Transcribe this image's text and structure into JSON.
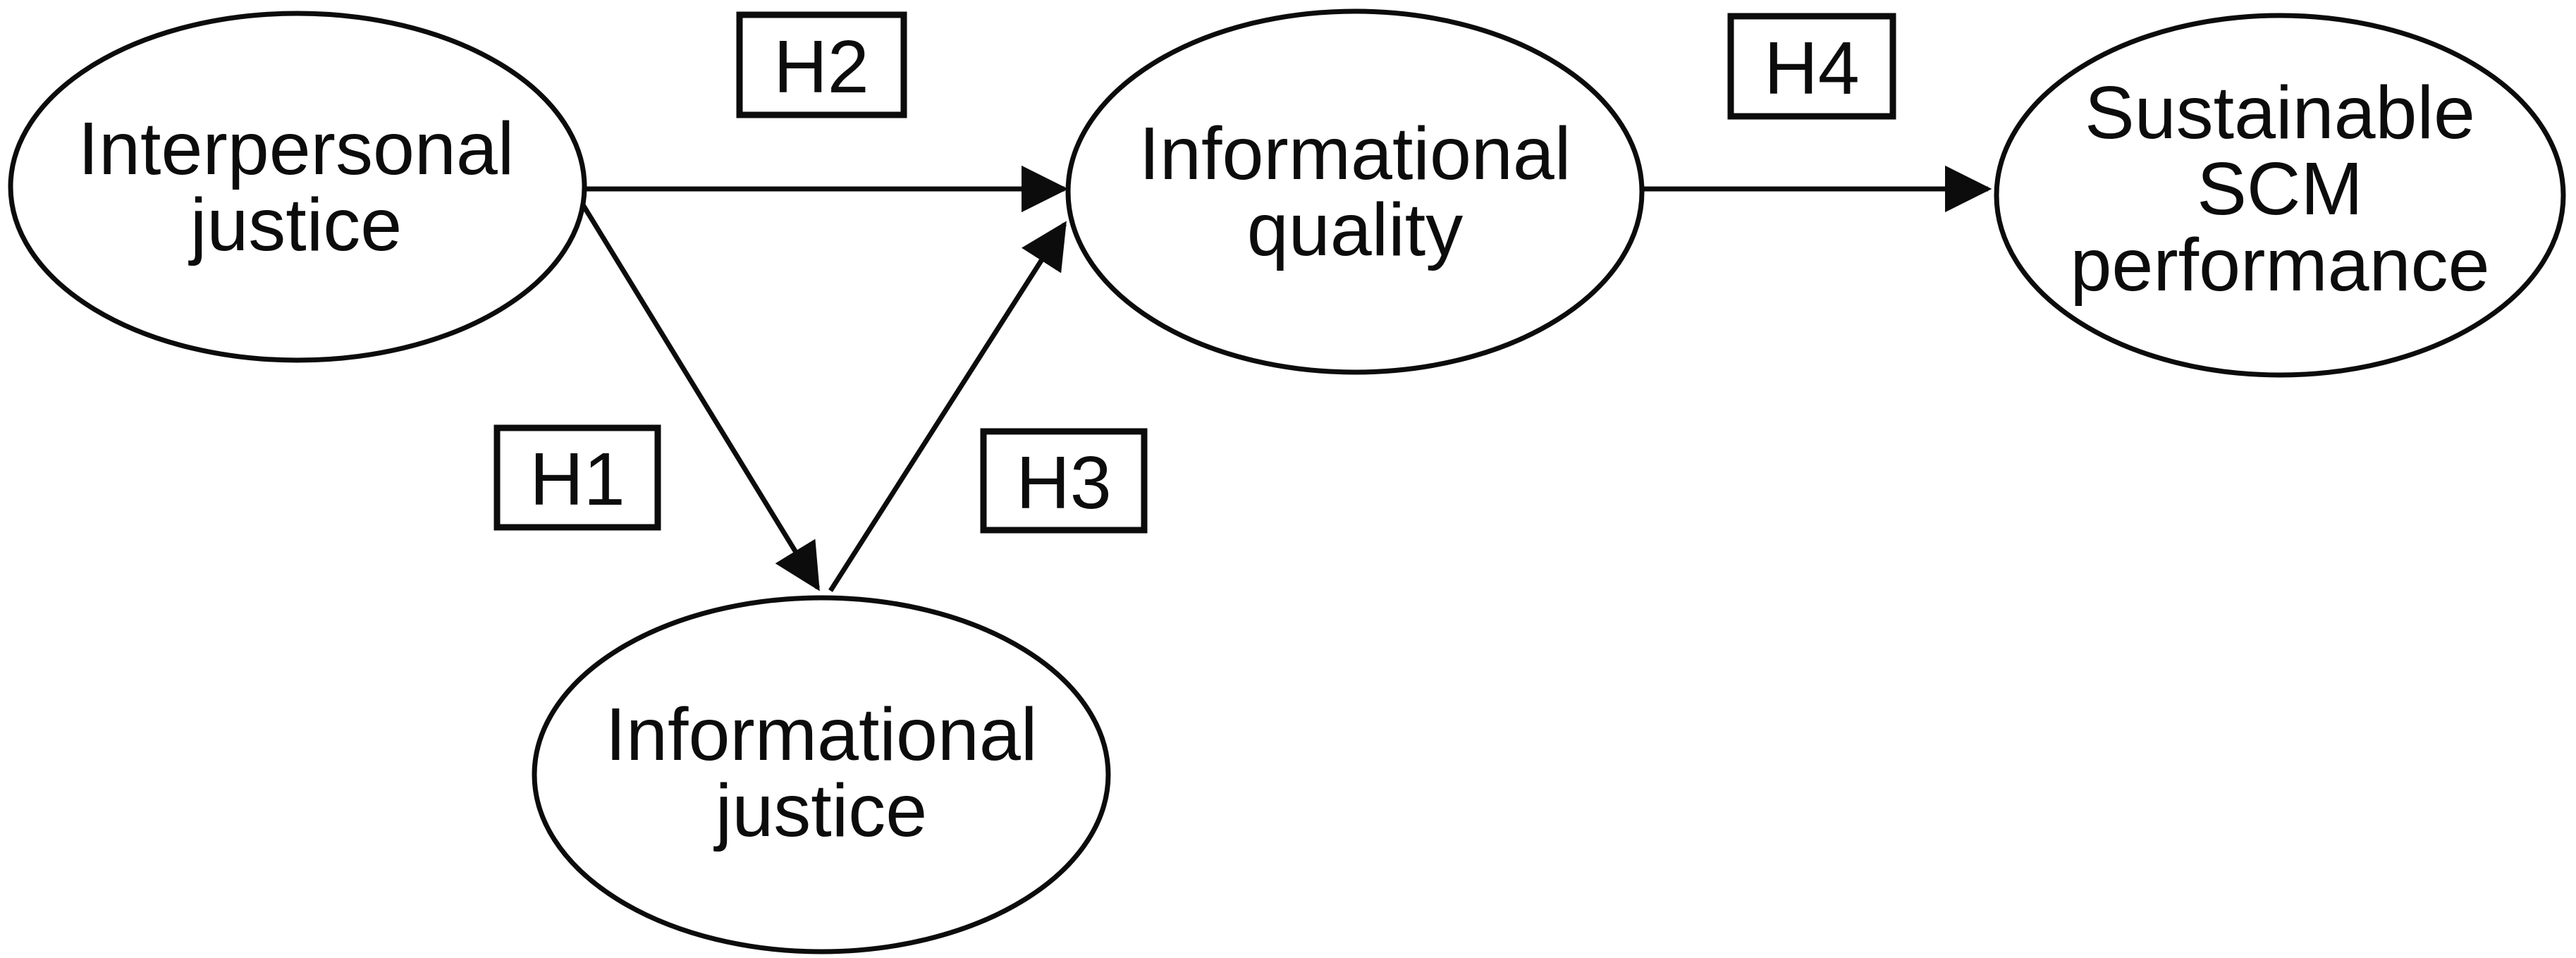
{
  "diagram": {
    "type": "path-model",
    "colors": {
      "background": "#ffffff",
      "line": "#0c0c0c",
      "text": "#0c0c0c",
      "node_fill": "#ffffff"
    },
    "nodes": [
      {
        "id": "interpersonal-justice",
        "shape": "ellipse",
        "lines": [
          "Interpersonal",
          "justice"
        ]
      },
      {
        "id": "informational-quality",
        "shape": "ellipse",
        "lines": [
          "Informational",
          "quality"
        ]
      },
      {
        "id": "sustainable-scm-performance",
        "shape": "ellipse",
        "lines": [
          "Sustainable",
          "SCM",
          "performance"
        ]
      },
      {
        "id": "informational-justice",
        "shape": "ellipse",
        "lines": [
          "Informational",
          "justice"
        ]
      }
    ],
    "edges": [
      {
        "label": "H1",
        "from": "interpersonal-justice",
        "to": "informational-justice"
      },
      {
        "label": "H2",
        "from": "interpersonal-justice",
        "to": "informational-quality"
      },
      {
        "label": "H3",
        "from": "informational-justice",
        "to": "informational-quality"
      },
      {
        "label": "H4",
        "from": "informational-quality",
        "to": "sustainable-scm-performance"
      }
    ]
  }
}
